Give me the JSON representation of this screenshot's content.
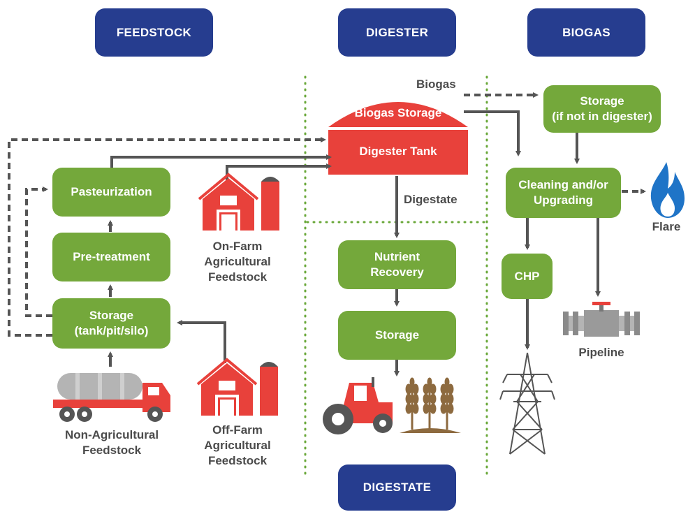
{
  "headers": {
    "feedstock": "FEEDSTOCK",
    "digester": "DIGESTER",
    "biogas": "BIOGAS",
    "digestate": "DIGESTATE"
  },
  "boxes": {
    "pasteurization": "Pasteurization",
    "pretreatment": "Pre-treatment",
    "storage_feed": "Storage\n(tank/pit/silo)",
    "nutrient_recovery": "Nutrient\nRecovery",
    "storage_digestate": "Storage",
    "storage_biogas": "Storage\n(if not in digester)",
    "cleaning": "Cleaning and/or\nUpgrading",
    "chp": "CHP"
  },
  "digester": {
    "dome_label": "Biogas Storage",
    "tank_label": "Digester Tank"
  },
  "labels": {
    "biogas_arrow": "Biogas",
    "digestate_arrow": "Digestate",
    "on_farm": "On-Farm\nAgricultural\nFeedstock",
    "off_farm": "Off-Farm\nAgricultural\nFeedstock",
    "non_ag": "Non-Agricultural\nFeedstock",
    "flare": "Flare",
    "pipeline": "Pipeline"
  },
  "colors": {
    "header_blue": "#263d8f",
    "box_green": "#74a83b",
    "digester_red": "#e8413b",
    "arrow_gray": "#555555",
    "divider_green": "#6aa83a",
    "flare_blue": "#1f74c7",
    "tanker_gray": "#b4b4b4",
    "crop_brown": "#8d6a3f"
  }
}
